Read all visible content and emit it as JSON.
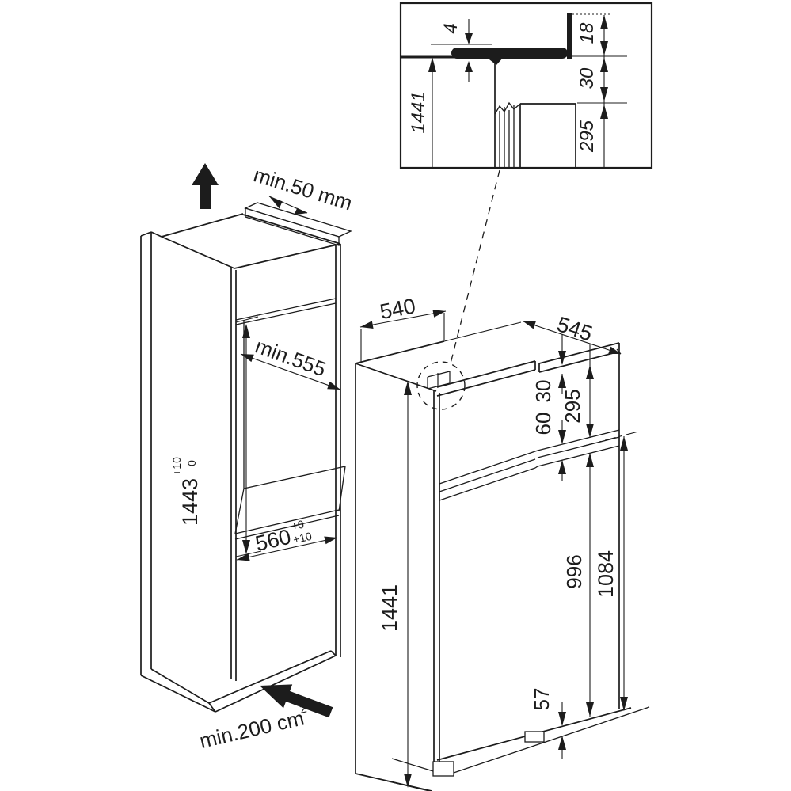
{
  "page": {
    "background": "#ffffff",
    "line_color": "#1c1c1c"
  },
  "inset": {
    "labels": {
      "panel_offset": "4",
      "top_upstand": "18",
      "gap_below_top": "30",
      "niche_height": "1441",
      "freezer_section": "295"
    }
  },
  "cabinet": {
    "labels": {
      "top_clearance": "min.50 mm",
      "niche_depth": "min.555",
      "niche_height": "1443",
      "niche_height_tol_upper": "+10",
      "niche_height_tol_lower": "0",
      "niche_width": "560",
      "niche_width_tol_upper": "+0",
      "niche_width_tol_lower": "+10",
      "vent_area": "min.200 cm",
      "vent_area_sup": "2"
    }
  },
  "fridge": {
    "labels": {
      "depth": "540",
      "width": "545",
      "top_gap": "30",
      "split_gap": "60",
      "freezer_door": "295",
      "height": "1441",
      "fridge_door": "996",
      "axis_height": "1084",
      "bottom_gap": "57"
    }
  }
}
